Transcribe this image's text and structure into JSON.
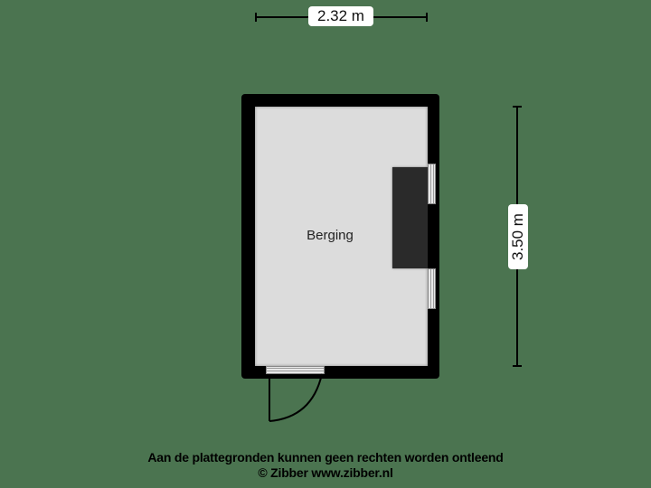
{
  "dimensions": {
    "width_label": "2.32 m",
    "height_label": "3.50 m"
  },
  "rooms": [
    {
      "name": "Berging"
    }
  ],
  "colors": {
    "background": "#4b7450",
    "wall": "#000000",
    "floor": "#dcdcdc",
    "cabinet": "#2a2a2a"
  },
  "footer": {
    "disclaimer": "Aan de plattegronden kunnen geen rechten worden ontleend",
    "copyright": "© Zibber www.zibber.nl"
  }
}
